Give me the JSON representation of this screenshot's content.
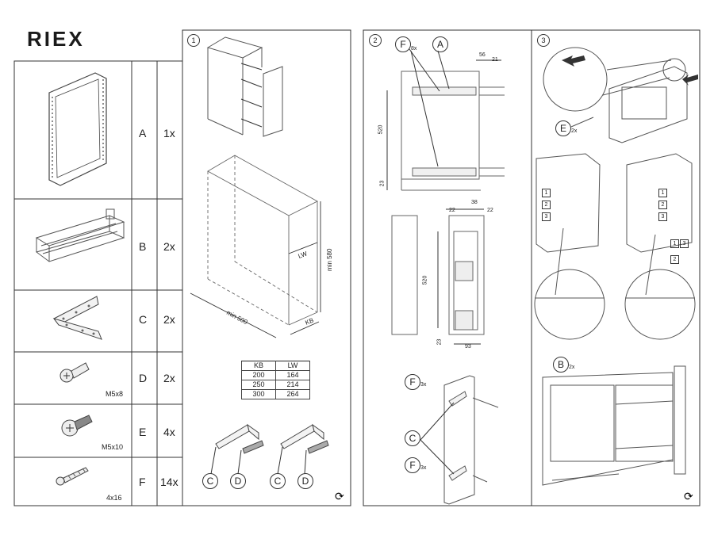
{
  "brand": "RIEX",
  "parts": [
    {
      "letter": "A",
      "qty": "1x",
      "spec": ""
    },
    {
      "letter": "B",
      "qty": "2x",
      "spec": ""
    },
    {
      "letter": "C",
      "qty": "2x",
      "spec": ""
    },
    {
      "letter": "D",
      "qty": "2x",
      "spec": "M5x8"
    },
    {
      "letter": "E",
      "qty": "4x",
      "spec": "M5x10"
    },
    {
      "letter": "F",
      "qty": "14x",
      "spec": "4x16"
    }
  ],
  "step1": {
    "number": "1",
    "dims": {
      "depth": "min 500",
      "height": "min 580",
      "inner_width": "LW",
      "cabinet_width": "KB"
    },
    "table": {
      "headers": [
        "KB",
        "LW"
      ],
      "rows": [
        [
          "200",
          "164"
        ],
        [
          "250",
          "214"
        ],
        [
          "300",
          "264"
        ]
      ]
    },
    "callouts": [
      "C",
      "D",
      "C",
      "D"
    ]
  },
  "step2": {
    "number": "2",
    "callout_f_top": "F",
    "callout_f_top_qty": "8x",
    "callout_a": "A",
    "dims_top": [
      "56",
      "21",
      "520",
      "23"
    ],
    "dims_mid": [
      "22",
      "38",
      "22",
      "520",
      "23",
      "93"
    ],
    "callout_f_mid": "F",
    "callout_f_mid_qty": "3x",
    "callout_c": "C",
    "callout_f_low": "F",
    "callout_f_low_qty": "3x"
  },
  "step3": {
    "number": "3",
    "callout_e": "E",
    "callout_e_qty": "2x",
    "adjust_steps": [
      "1",
      "2",
      "3"
    ],
    "adjust_callouts_right": [
      "1",
      "3",
      "2"
    ],
    "callout_b": "B",
    "callout_b_qty": "2x"
  }
}
